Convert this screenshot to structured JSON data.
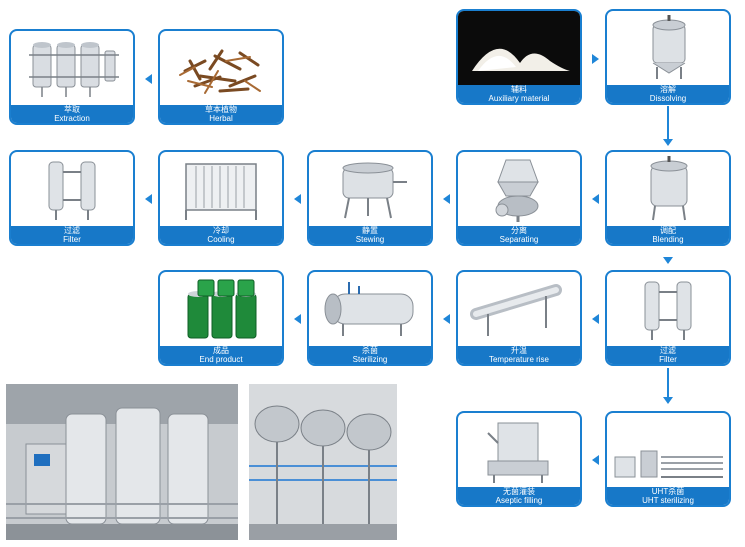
{
  "steps": {
    "extraction": {
      "zh": "萃取",
      "en": "Extraction"
    },
    "herbal": {
      "zh": "草本植物",
      "en": "Herbal"
    },
    "auxiliary": {
      "zh": "辅料",
      "en": "Auxiliary material"
    },
    "dissolving": {
      "zh": "溶解",
      "en": "Dissolving"
    },
    "filter1": {
      "zh": "过滤",
      "en": "Filter"
    },
    "cooling": {
      "zh": "冷却",
      "en": "Cooling"
    },
    "stewing": {
      "zh": "静置",
      "en": "Stewing"
    },
    "separating": {
      "zh": "分离",
      "en": "Separating"
    },
    "blending": {
      "zh": "调配",
      "en": "Blending"
    },
    "end_product": {
      "zh": "成品",
      "en": "End product"
    },
    "sterilizing": {
      "zh": "杀菌",
      "en": "Sterilizing"
    },
    "temp_rise": {
      "zh": "升温",
      "en": "Temperature rise"
    },
    "filter2": {
      "zh": "过滤",
      "en": "Filter"
    },
    "aseptic": {
      "zh": "无菌灌装",
      "en": "Aseptic filling"
    },
    "uht": {
      "zh": "UHT杀菌",
      "en": "UHT sterilizing"
    }
  },
  "colors": {
    "accent": "#1778c8",
    "arrow": "#1f86d8"
  }
}
